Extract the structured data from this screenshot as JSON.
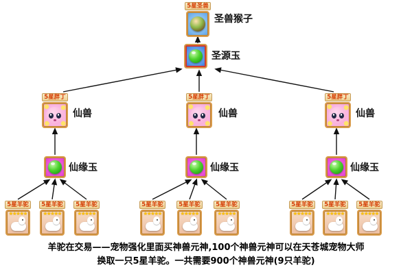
{
  "nodes": {
    "monkey": {
      "tag": "5星圣兽",
      "label": "圣兽猴子"
    },
    "holy_jade": {
      "label": "圣源玉"
    },
    "beast": {
      "tag": "5星胖丁",
      "label": "仙兽"
    },
    "fairy_jade": {
      "label": "仙缘玉"
    },
    "alpaca": {
      "tag": "5星羊驼",
      "stars": "★★★★★"
    }
  },
  "footer": {
    "line1": "羊驼在交易——宠物强化里面买神兽元神,100个神兽元神可以在天苍城宠物大师",
    "line2": "换取一只5星羊驼。一共需要900个神兽元神(9只羊驼)"
  },
  "colors": {
    "tag_text": "#d43a00",
    "tag_bg": "#eccf90",
    "icon_border": "#d89a4a",
    "gem_green": "#4fd42f",
    "fairy_jade_bg": "#dd33cc",
    "holy_jade_bg": "#2f6fd8",
    "beast_pink": "#f59cd6",
    "alpaca_bg": "#eebfa2",
    "arrow": "#111111"
  }
}
